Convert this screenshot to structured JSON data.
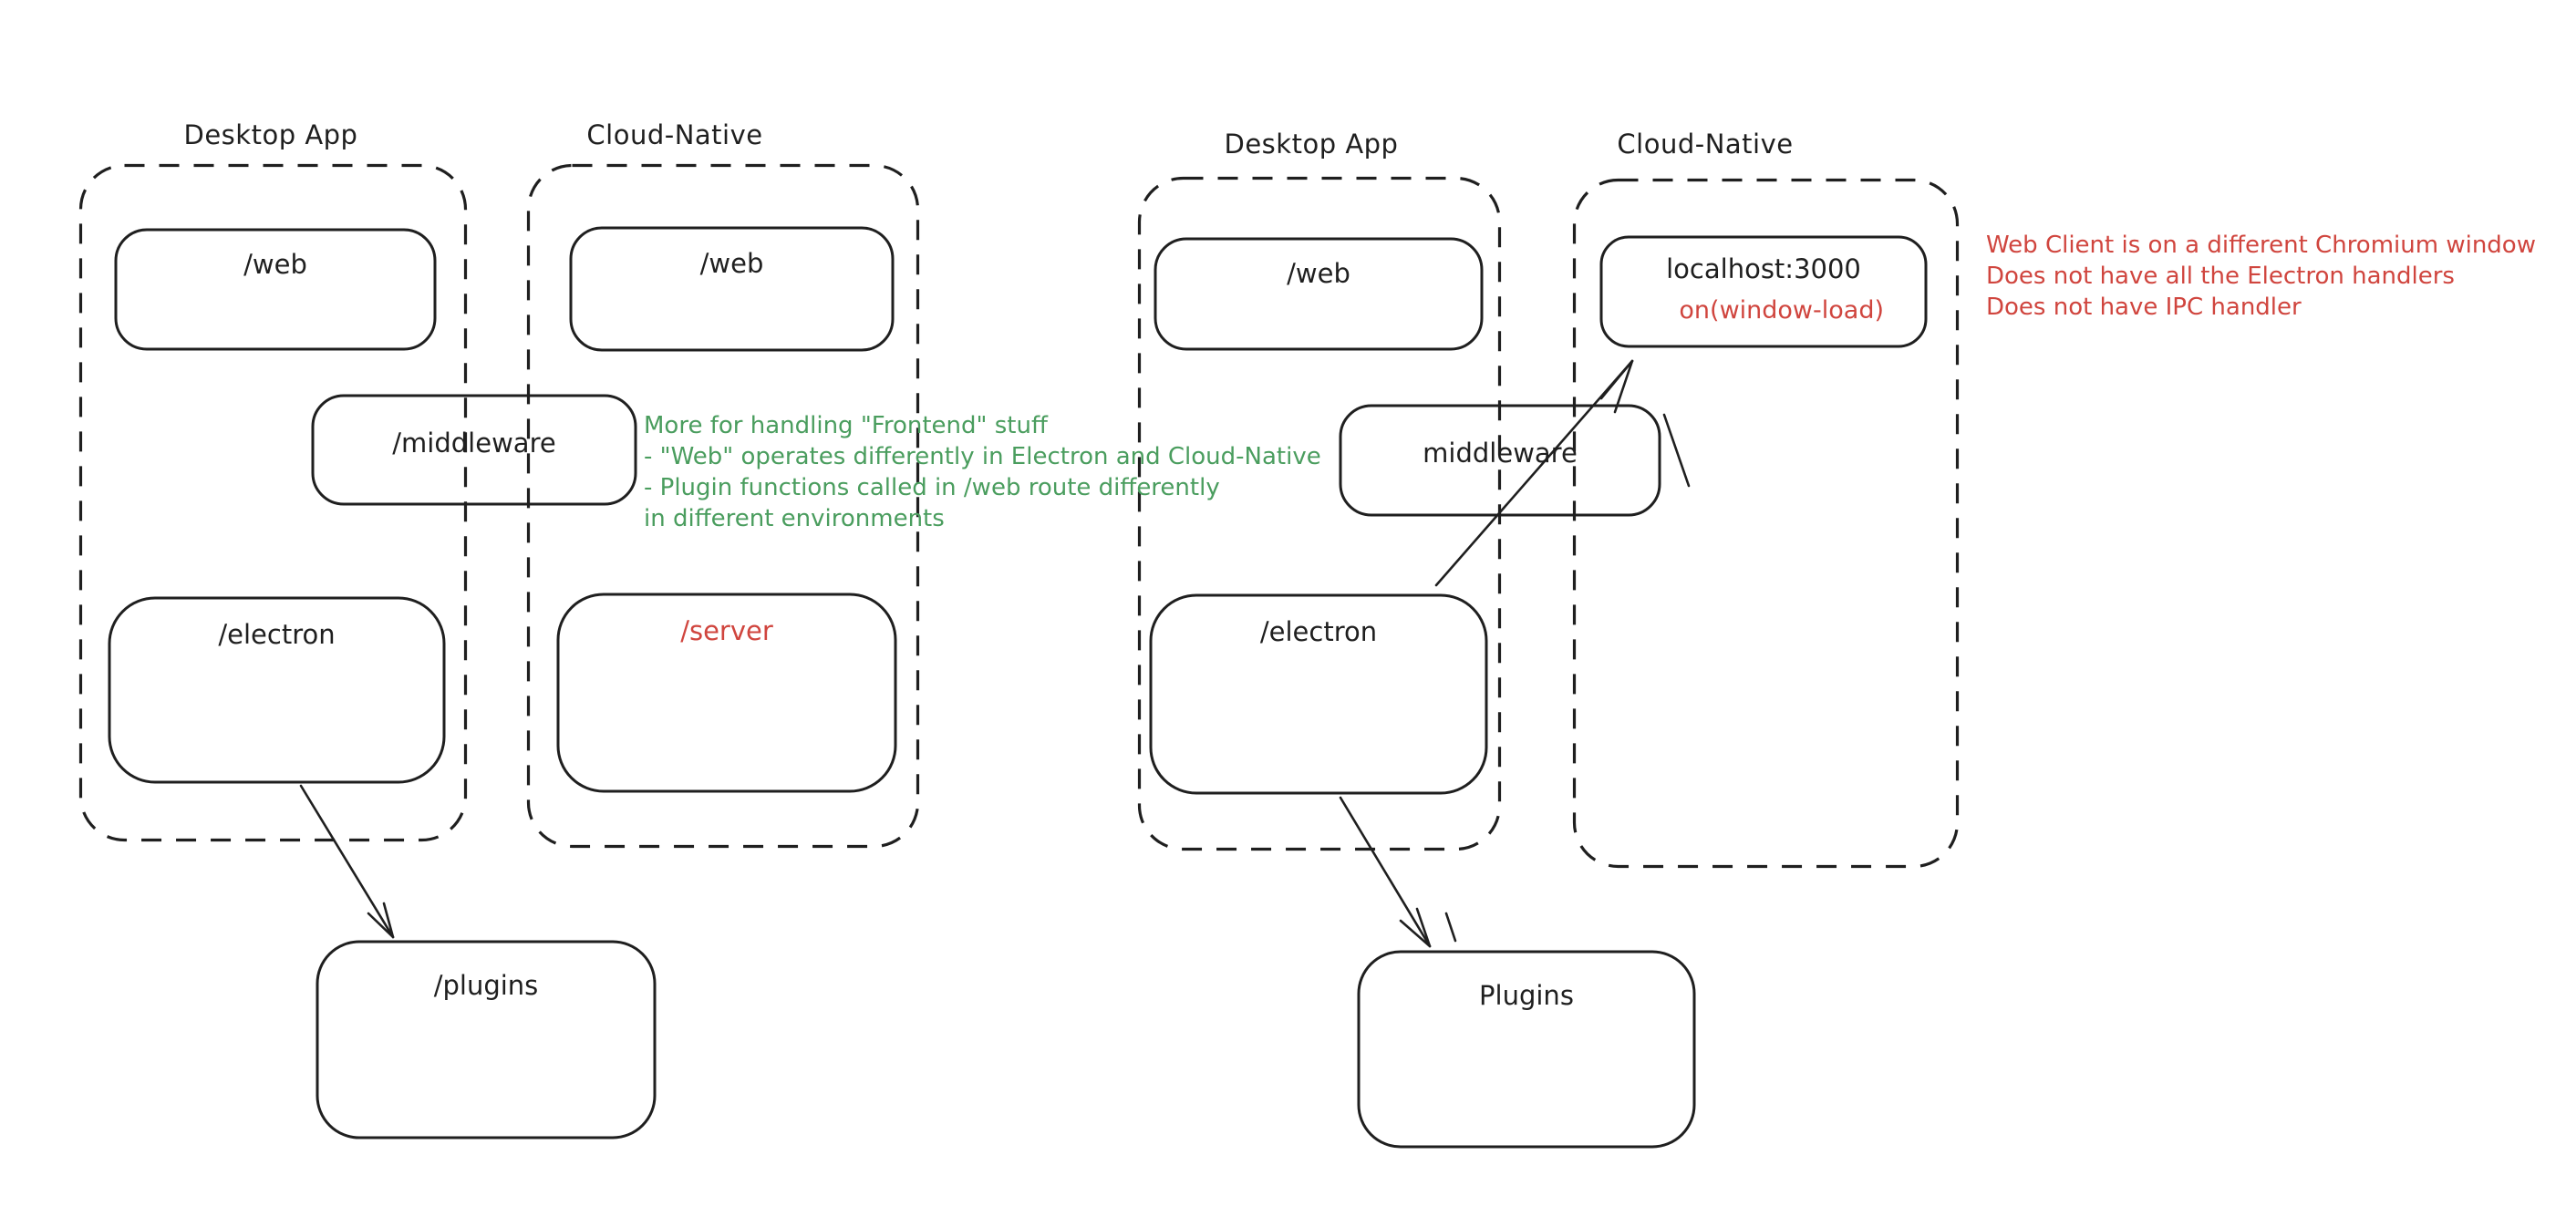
{
  "colors": {
    "background": "#ffffff",
    "ink": "#1f1f1f",
    "red": "#d0453e",
    "green": "#4a9d5e"
  },
  "left_diagram": {
    "desktop_app_label": "Desktop App",
    "cloud_native_label": "Cloud-Native",
    "nodes": {
      "web_desktop": "/web",
      "web_cloud": "/web",
      "middleware": "/middleware",
      "electron": "/electron",
      "server": "/server",
      "plugins": "/plugins"
    },
    "green_note_lines": [
      "More for handling \"Frontend\" stuff",
      "- \"Web\" operates differently in Electron and Cloud-Native",
      "- Plugin functions called in /web route differently",
      "in different environments"
    ]
  },
  "right_diagram": {
    "desktop_app_label": "Desktop App",
    "cloud_native_label": "Cloud-Native",
    "nodes": {
      "web": "/web",
      "localhost": "localhost:3000",
      "window_load": "on(window-load)",
      "middleware": "middleware",
      "electron": "/electron",
      "plugins": "Plugins"
    },
    "red_note_lines": [
      "Web Client is on a different Chromium window",
      "Does not have all the Electron handlers",
      "Does not have IPC handler"
    ]
  }
}
